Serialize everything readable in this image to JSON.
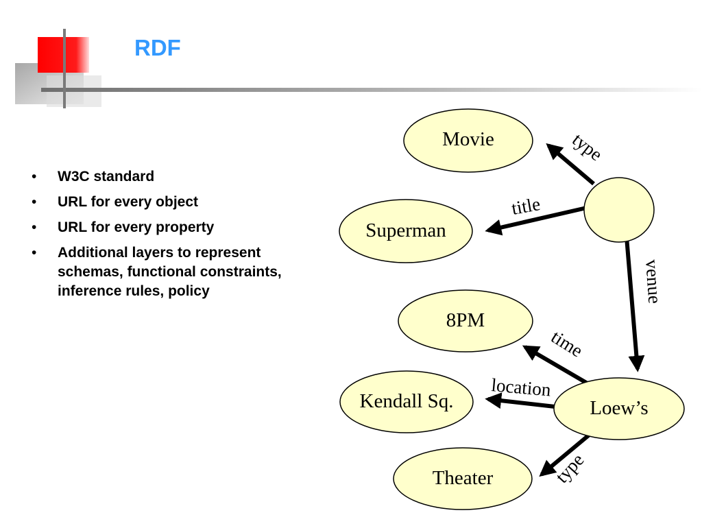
{
  "slide": {
    "title": "RDF",
    "bullets": [
      "W3C standard",
      "URL for every object",
      "URL for every property",
      "Additional layers to represent",
      "schemas, functional constraints,",
      "inference rules, policy"
    ]
  },
  "diagram": {
    "nodes": {
      "movie": "Movie",
      "superman": "Superman",
      "showing": "",
      "eight_pm": "8PM",
      "kendall": "Kendall Sq.",
      "loews": "Loew’s",
      "theater": "Theater"
    },
    "edges": {
      "type_movie": "type",
      "title": "title",
      "venue": "venue",
      "time": "time",
      "location": "location",
      "type_theater": "type"
    }
  },
  "colors": {
    "title": "#3399ff",
    "node_fill": "#ffffcc",
    "accent_red": "#ff0000",
    "edge": "#000000"
  }
}
